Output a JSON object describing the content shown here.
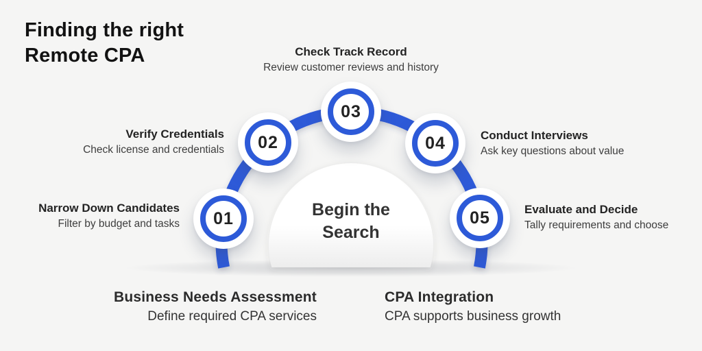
{
  "title": {
    "line1": "Finding the right",
    "line2": "Remote CPA"
  },
  "center_label": "Begin the Search",
  "steps": [
    {
      "number": "01",
      "title": "Narrow Down Candidates",
      "description": "Filter by budget and tasks"
    },
    {
      "number": "02",
      "title": "Verify Credentials",
      "description": "Check license and credentials"
    },
    {
      "number": "03",
      "title": "Check Track Record",
      "description": "Review customer reviews and history"
    },
    {
      "number": "04",
      "title": "Conduct Interviews",
      "description": "Ask key questions about value"
    },
    {
      "number": "05",
      "title": "Evaluate and Decide",
      "description": "Tally requirements and choose"
    }
  ],
  "footer": {
    "left": {
      "title": "Business Needs Assessment",
      "description": "Define required CPA services"
    },
    "right": {
      "title": "CPA Integration",
      "description": "CPA supports business growth"
    }
  },
  "colors": {
    "accent": "#2d5ad8",
    "background": "#f5f5f4",
    "dome": "#ffffff",
    "text_dark": "#1c1c1c"
  }
}
